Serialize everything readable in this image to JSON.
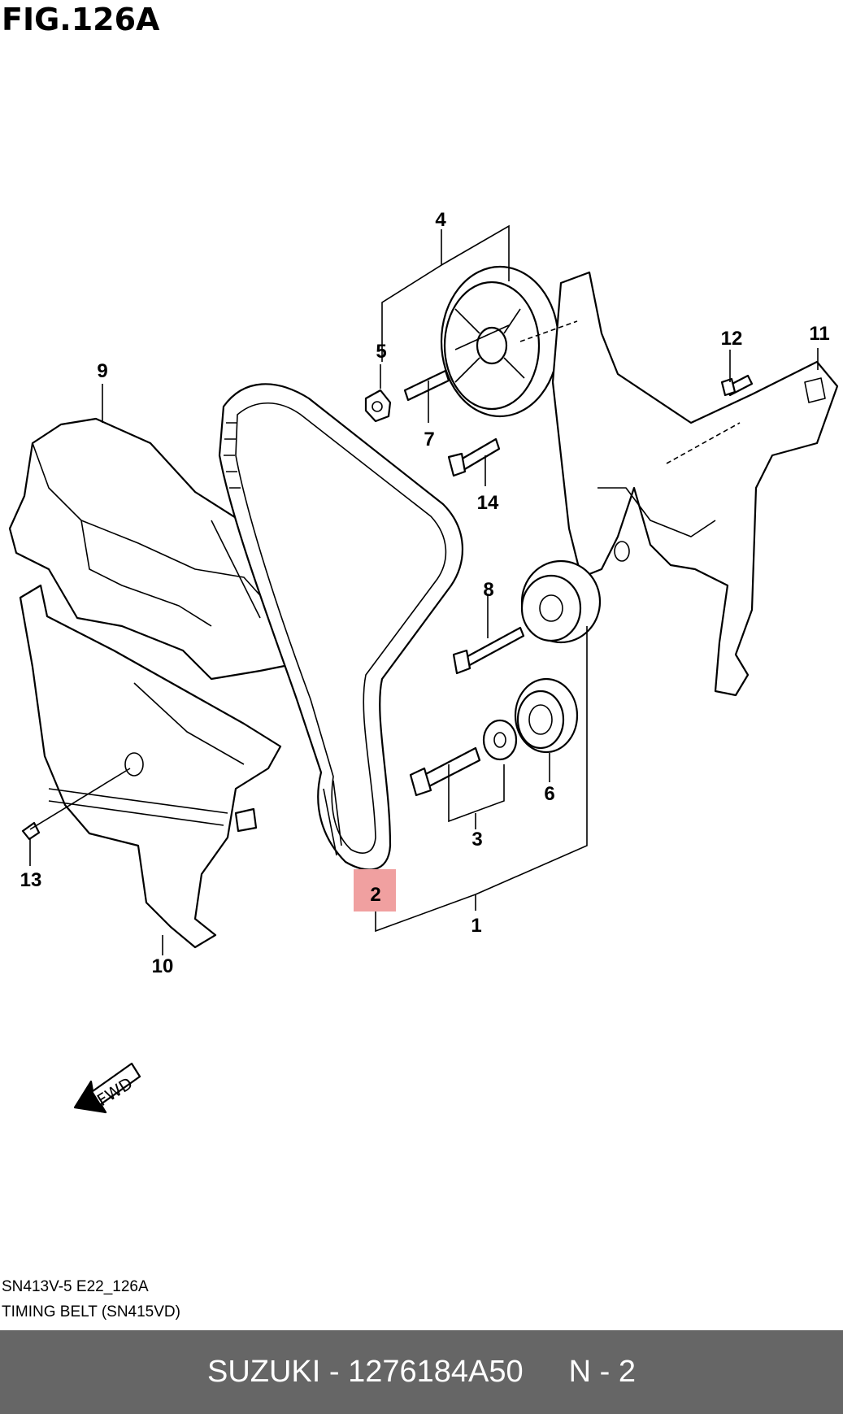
{
  "figure": {
    "title": "FIG.126A",
    "code": "SN413V-5 E22_126A",
    "caption": "TIMING BELT (SN415VD)"
  },
  "callouts": [
    {
      "id": "1",
      "label": "1"
    },
    {
      "id": "2",
      "label": "2",
      "highlighted": true
    },
    {
      "id": "3",
      "label": "3"
    },
    {
      "id": "4",
      "label": "4"
    },
    {
      "id": "5",
      "label": "5"
    },
    {
      "id": "6",
      "label": "6"
    },
    {
      "id": "7",
      "label": "7"
    },
    {
      "id": "8",
      "label": "8"
    },
    {
      "id": "9",
      "label": "9"
    },
    {
      "id": "10",
      "label": "10"
    },
    {
      "id": "11",
      "label": "11"
    },
    {
      "id": "12",
      "label": "12"
    },
    {
      "id": "13",
      "label": "13"
    },
    {
      "id": "14",
      "label": "14"
    }
  ],
  "direction_marker": {
    "label": "FWD"
  },
  "footer": {
    "brand_part": "SUZUKI - 1276184A50",
    "position": "N - 2"
  },
  "colors": {
    "highlight": "#f0a0a0",
    "footer_bg": "#666666",
    "footer_text": "#ffffff"
  }
}
